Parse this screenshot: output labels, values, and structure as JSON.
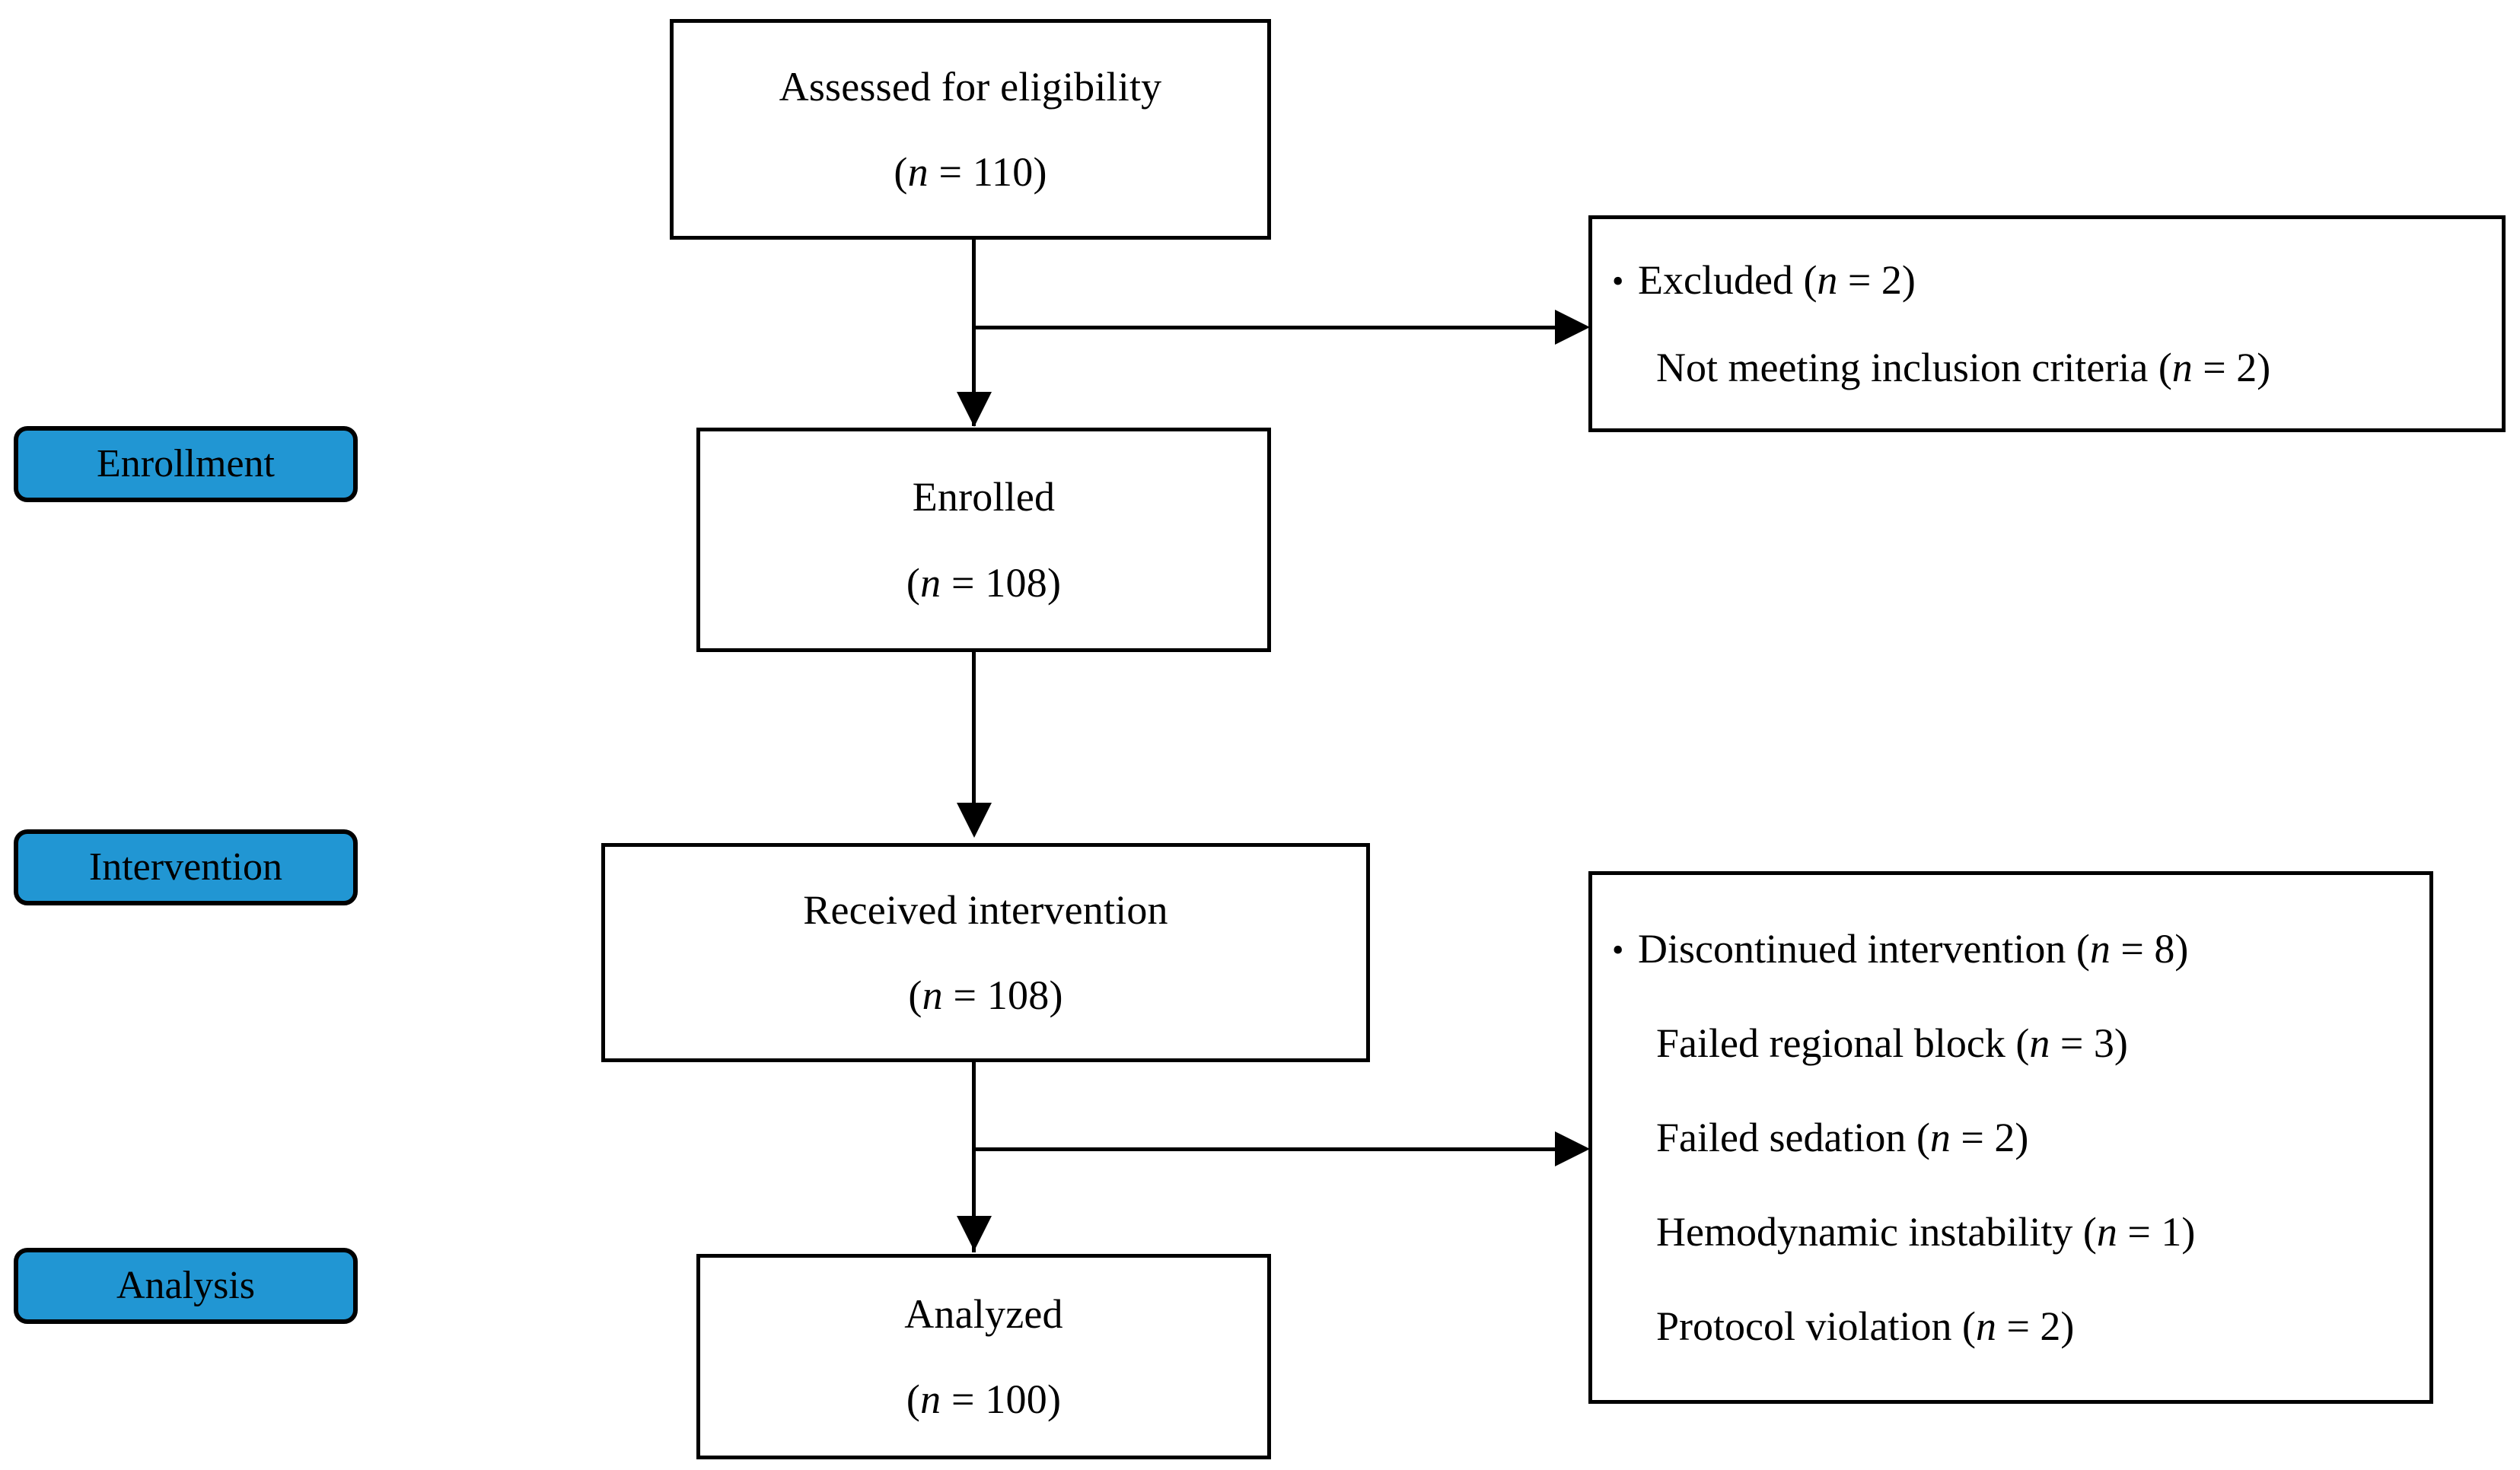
{
  "diagram": {
    "type": "consort-flow-diagram",
    "accent_color": "#2196D3",
    "border_color": "#000000",
    "background_color": "#ffffff"
  },
  "stages": [
    {
      "label": "Enrollment"
    },
    {
      "label": "Intervention"
    },
    {
      "label": "Analysis"
    }
  ],
  "boxes": {
    "assessed": {
      "title": "Assessed for eligibility",
      "count_prefix": "(",
      "count_n": "n",
      "count_eq": " = ",
      "count_value": "110",
      "count_suffix": ")"
    },
    "enrolled": {
      "title": "Enrolled",
      "count_prefix": "(",
      "count_n": "n",
      "count_eq": " = ",
      "count_value": "108",
      "count_suffix": ")"
    },
    "received": {
      "title": "Received intervention",
      "count_prefix": "(",
      "count_n": "n",
      "count_eq": " = ",
      "count_value": "108",
      "count_suffix": ")"
    },
    "analyzed": {
      "title": "Analyzed",
      "count_prefix": "(",
      "count_n": "n",
      "count_eq": " = ",
      "count_value": "100",
      "count_suffix": ")"
    }
  },
  "excluded_box": {
    "lines": [
      {
        "text": "Excluded ",
        "n": "n",
        "eq": " = ",
        "value": "2",
        "bulleted": true
      },
      {
        "text": "Not meeting inclusion criteria ",
        "n": "n",
        "eq": " = ",
        "value": "2",
        "bulleted": false
      }
    ]
  },
  "discontinued_box": {
    "lines": [
      {
        "text": "Discontinued intervention ",
        "n": "n",
        "eq": " = ",
        "value": "8",
        "bulleted": true
      },
      {
        "text": "Failed regional block ",
        "n": "n",
        "eq": " = ",
        "value": "3",
        "bulleted": false
      },
      {
        "text": "Failed sedation ",
        "n": "n",
        "eq": " = ",
        "value": "2",
        "bulleted": false
      },
      {
        "text": "Hemodynamic instability ",
        "n": "n",
        "eq": " = ",
        "value": "1",
        "bulleted": false
      },
      {
        "text": "Protocol violation ",
        "n": "n",
        "eq": " = ",
        "value": "2",
        "bulleted": false
      }
    ]
  }
}
